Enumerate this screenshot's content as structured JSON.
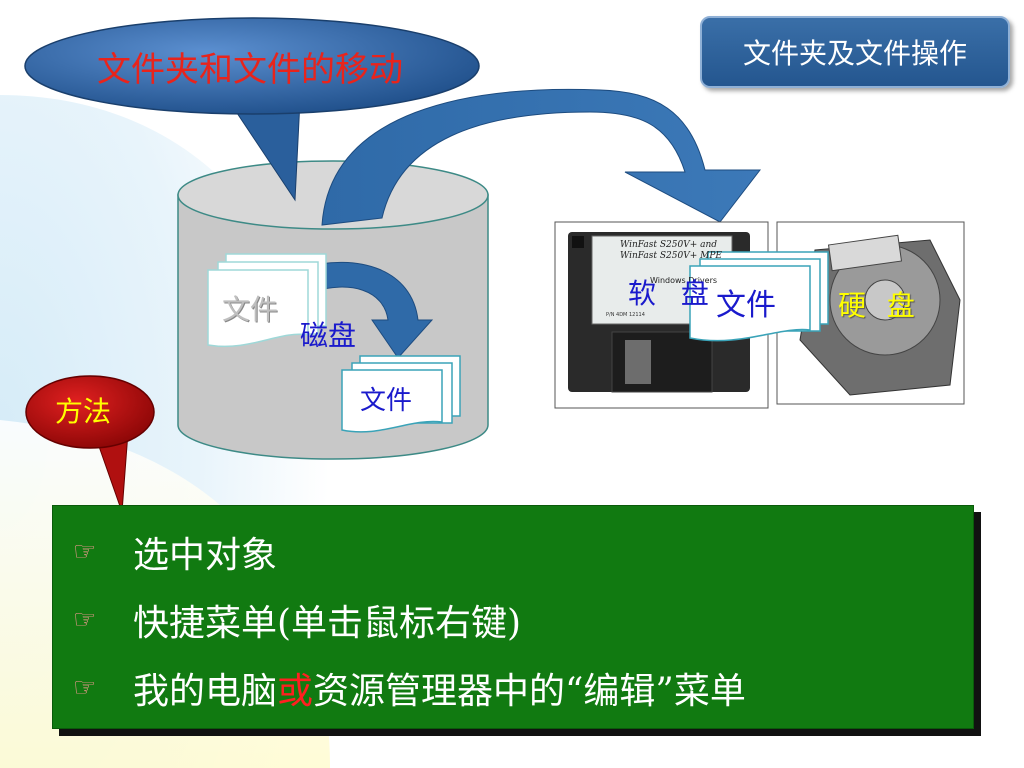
{
  "title_box": "文件夹及文件操作",
  "callout": "文件夹和文件的移动",
  "method_label": "方法",
  "cylinder": {
    "doc_source": "文件",
    "disk_label": "磁盘",
    "doc_target": "文件"
  },
  "floppy": {
    "label_line1": "WinFast S250V+ and",
    "label_line2": "WinFast S250V+ MPE",
    "label_small": "Windows Drivers",
    "label_tiny": "P/N 4DM 12114",
    "name": "软 盘"
  },
  "moving_doc": "文件",
  "hdd_name": "硬 盘",
  "bullets": {
    "b1": "选中对象",
    "b2": "快捷菜单(单击鼠标右键)",
    "b3_pre": "我的电脑",
    "b3_hl": "或",
    "b3_post": "资源管理器中的“编辑”菜单"
  },
  "colors": {
    "title_blue": "#2a5e98",
    "callout_red": "#e8241c",
    "green": "#117a11",
    "method_bubble": "#c01010"
  },
  "icons": {
    "bullet": "pointing-hand-icon"
  }
}
